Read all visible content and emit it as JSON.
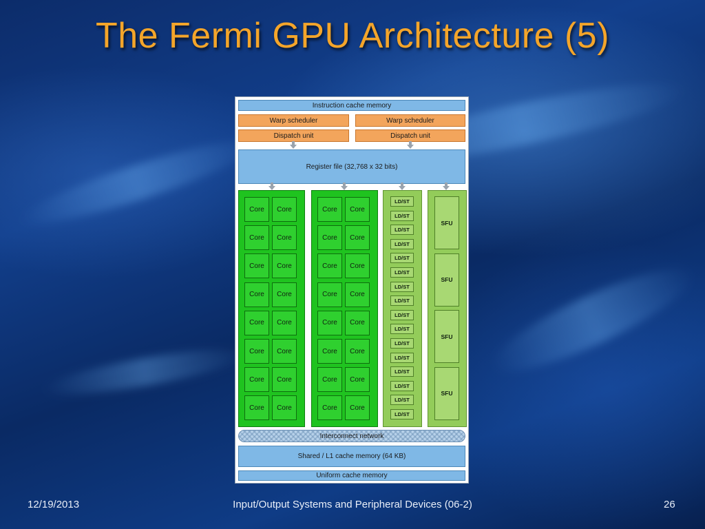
{
  "slide": {
    "title": "The Fermi GPU Architecture (5)",
    "footer_date": "12/19/2013",
    "footer_center": "Input/Output Systems and Peripheral Devices (06-2)",
    "slide_number": "26"
  },
  "diagram": {
    "instruction_cache": "Instruction cache memory",
    "warp_scheduler_left": "Warp scheduler",
    "warp_scheduler_right": "Warp scheduler",
    "dispatch_left": "Dispatch unit",
    "dispatch_right": "Dispatch unit",
    "register_file": "Register file (32,768 x 32 bits)",
    "core_label": "Core",
    "ldst_label": "LD/ST",
    "sfu_label": "SFU",
    "interconnect": "Interconnect network",
    "shared_l1": "Shared / L1 cache memory (64 KB)",
    "uniform_cache": "Uniform cache memory",
    "core_rows": 8,
    "core_columns_per_group": 2,
    "core_groups": 2,
    "ldst_units": 16,
    "sfu_units": 4
  },
  "colors": {
    "title": "#f4a52a",
    "cache_blue": "#7fb8e6",
    "scheduler_orange": "#f3a55c",
    "core_green": "#1fc31f",
    "unit_light_green": "#a8d873"
  }
}
